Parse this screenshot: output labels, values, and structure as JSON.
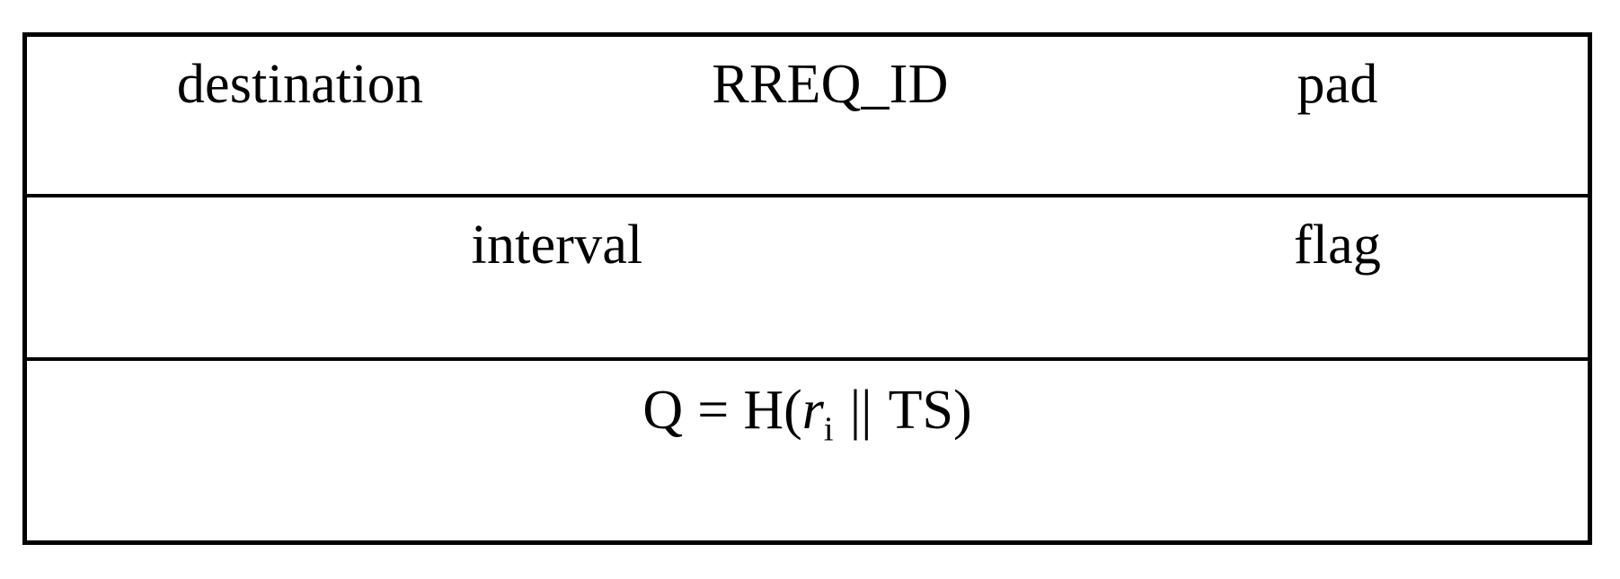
{
  "figure": {
    "type": "packet-format-table",
    "description": "RREQ packet field layout",
    "border_color": "#000000",
    "background_color": "#ffffff",
    "text_color": "#000000"
  },
  "rows": [
    {
      "id": "row-1",
      "cells": [
        {
          "id": "destination",
          "label": "destination"
        },
        {
          "id": "rreq-id",
          "label": "RREQ_ID"
        },
        {
          "id": "pad",
          "label": "pad"
        }
      ]
    },
    {
      "id": "row-2",
      "cells": [
        {
          "id": "interval",
          "label": "interval"
        },
        {
          "id": "flag",
          "label": "flag"
        }
      ]
    },
    {
      "id": "row-3",
      "cells": [
        {
          "id": "hash-formula",
          "label": "Q = H(ri || TS)",
          "parts": {
            "lhs": "Q",
            "equals": "=",
            "fn": "H(",
            "var": "r",
            "subscript": "i",
            "concat": "||",
            "arg": "TS",
            "close": ")"
          }
        }
      ]
    }
  ]
}
